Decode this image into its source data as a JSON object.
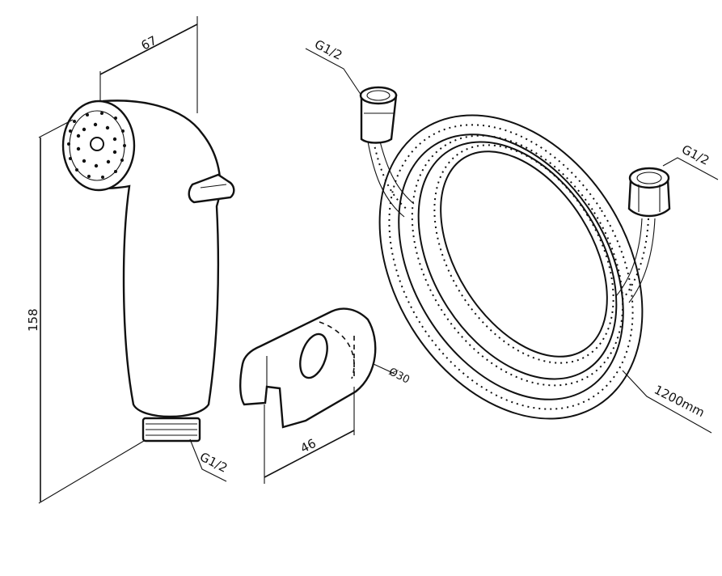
{
  "drawing": {
    "colors": {
      "line": "#111111",
      "background": "#ffffff"
    },
    "dimensions": {
      "sprayer_width": "67",
      "sprayer_height": "158",
      "sprayer_thread": "G1/2",
      "holder_width": "46",
      "holder_diameter": "Ø30",
      "hose_thread_top": "G1/2",
      "hose_thread_right": "G1/2",
      "hose_length": "1200mm"
    }
  }
}
